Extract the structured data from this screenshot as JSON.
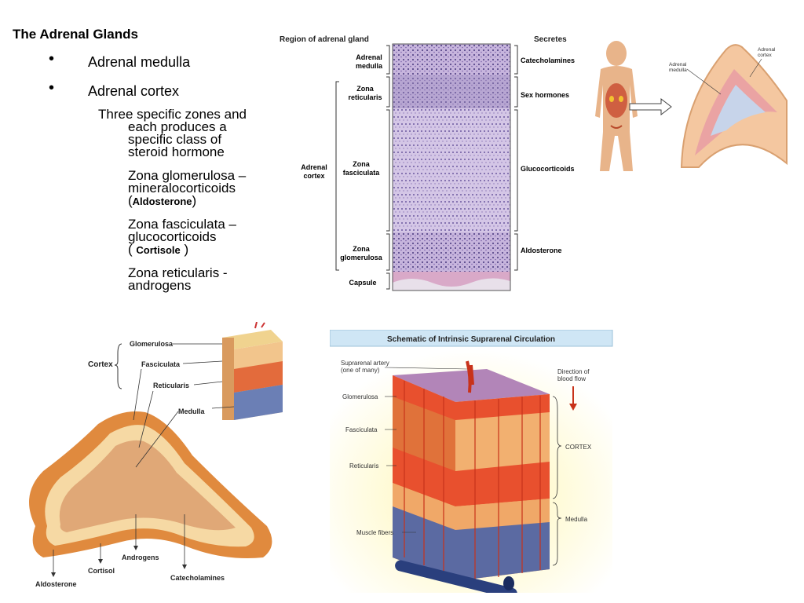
{
  "title": "The Adrenal Glands",
  "bullets": [
    {
      "label": "Adrenal medulla"
    },
    {
      "label": "Adrenal cortex"
    }
  ],
  "cortex_detail": {
    "intro_lines": [
      "Three specific zones and",
      "each produces a",
      "specific class of",
      "steroid hormone"
    ],
    "zones": [
      {
        "lines": [
          "Zona glomerulosa –",
          "mineralocorticoids"
        ],
        "open": "(",
        "hormone": "Aldosterone",
        "close": ")"
      },
      {
        "lines": [
          "Zona fasciculata –",
          "glucocorticoids"
        ],
        "open": "( ",
        "hormone": "Cortisole",
        "close": " )"
      },
      {
        "lines": [
          "Zona reticularis -",
          "androgens"
        ]
      }
    ]
  },
  "histology": {
    "header_left": "Region of adrenal gland",
    "header_right": "Secretes",
    "region_labels": {
      "medulla": [
        "Adrenal",
        "medulla"
      ],
      "reticularis": [
        "Zona",
        "reticularis"
      ],
      "fasciculata": [
        "Zona",
        "fasciculata"
      ],
      "glomerulosa": [
        "Zona",
        "glomerulosa"
      ],
      "capsule": "Capsule",
      "cortex": [
        "Adrenal",
        "cortex"
      ]
    },
    "secretions": [
      "Catecholamines",
      "Sex hormones",
      "Glucocorticoids",
      "Aldosterone"
    ]
  },
  "body_figure": {
    "medulla_label": [
      "Adrenal",
      "medulla"
    ],
    "cortex_label": [
      "Adrenal",
      "cortex"
    ]
  },
  "gland_figure": {
    "cortex": "Cortex",
    "glomerulosa": "Glomerulosa",
    "fasciculata": "Fasciculata",
    "reticularis": "Reticularis",
    "medulla": "Medulla",
    "aldosterone": "Aldosterone",
    "cortisol": "Cortisol",
    "androgens": "Androgens",
    "catecholamines": "Catecholamines"
  },
  "circulation_figure": {
    "banner": "Schematic of Intrinsic Suprarenal Circulation",
    "artery": [
      "Suprarenal artery",
      "(one of many)"
    ],
    "direction": [
      "Direction of",
      "blood flow"
    ],
    "glomerulosa": "Glomerulosa",
    "fasciculata": "Fasciculata",
    "reticularis": "Reticularis",
    "cortex": "CORTEX",
    "medulla": "Medulla",
    "muscle": "Muscle fibers"
  },
  "colors": {
    "histology_purple": "#b9a4cf",
    "cortex_orange": "#e8813a",
    "banner_blue": "#cfe6f5",
    "vessel_red": "#d33b1f",
    "vessel_blue": "#2b4a8a"
  }
}
